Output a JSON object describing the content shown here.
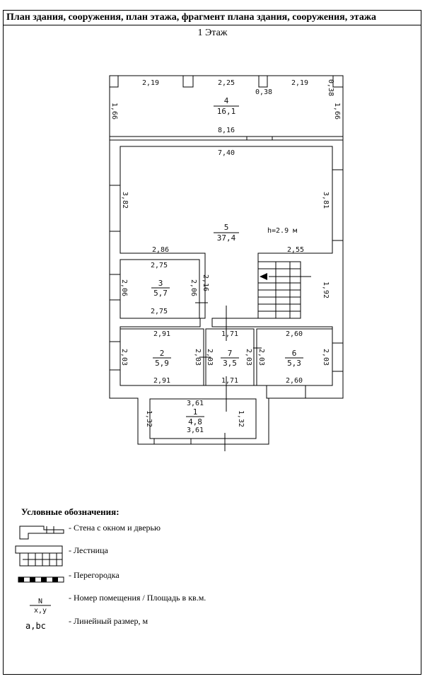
{
  "header": {
    "title": "План здания, сооружения, план этажа, фрагмент плана здания, сооружения, этажа"
  },
  "floor": {
    "title": "1 Этаж"
  },
  "rooms": [
    {
      "number": "4",
      "area": "16,1"
    },
    {
      "number": "5",
      "area": "37,4"
    },
    {
      "number": "3",
      "area": "5,7"
    },
    {
      "number": "2",
      "area": "5,9"
    },
    {
      "number": "7",
      "area": "3,5"
    },
    {
      "number": "6",
      "area": "5,3"
    },
    {
      "number": "1",
      "area": "4,8"
    }
  ],
  "height_note": "h=2.9 м",
  "dims": {
    "top_a": "2,19",
    "top_b": "2,25",
    "top_c": "2,19",
    "top_d": "0,38",
    "top_e": "0,38",
    "left_4": "1,66",
    "right_4": "1,66",
    "bottom_4": "8,16",
    "top_5": "7,40",
    "left_5": "3,82",
    "right_5": "3,81",
    "bottom_5_left": "2,86",
    "bottom_5_right": "2,55",
    "r3_top": "2,75",
    "r3_bottom": "2,75",
    "r3_left": "2,06",
    "r3_right": "2,06",
    "r3_right2": "2,16",
    "stair": "1,92",
    "r2_top": "2,91",
    "r2_bottom": "2,91",
    "r2_left": "2,03",
    "r2_right": "2,03",
    "r7_top": "1,71",
    "r7_bottom": "1,71",
    "r7_left": "2,03",
    "r7_right": "2,03",
    "r6_top": "2,60",
    "r6_bottom": "2,60",
    "r6_left": "2,03",
    "r6_right": "2,03",
    "r1_top": "3,61",
    "r1_bottom": "3,61",
    "r1_left": "1,32",
    "r1_right": "1,32"
  },
  "legend": {
    "title": "Условные обозначения:",
    "items": [
      "- Стена с окном и дверью",
      "- Лестница",
      "- Перегородка",
      "- Номер помещения / Площадь в кв.м.",
      "- Линейный размер, м"
    ],
    "sym_n": "N",
    "sym_xy": "x,y",
    "sym_abc": "a,bc"
  }
}
